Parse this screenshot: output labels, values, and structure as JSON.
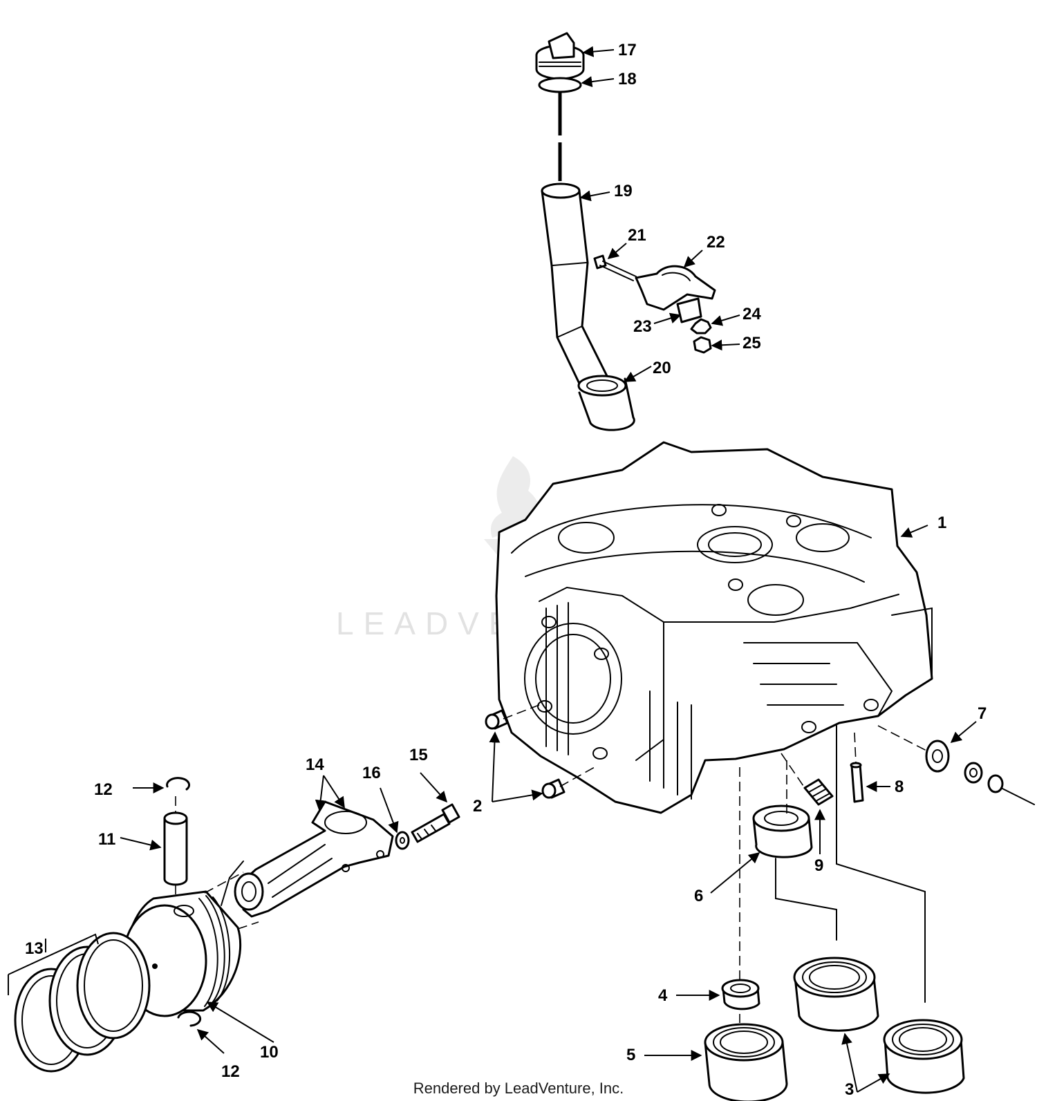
{
  "watermark": "LEADVENTURE",
  "footer": "Rendered by LeadVenture, Inc.",
  "callouts": [
    "1",
    "2",
    "2",
    "3",
    "3",
    "4",
    "5",
    "6",
    "7",
    "8",
    "9",
    "10",
    "11",
    "12",
    "12",
    "13",
    "14",
    "15",
    "16",
    "17",
    "18",
    "19",
    "20",
    "21",
    "22",
    "23",
    "24",
    "25"
  ],
  "colors": {
    "line": "#000000",
    "background": "#ffffff",
    "watermark": "#e2e2e2"
  }
}
